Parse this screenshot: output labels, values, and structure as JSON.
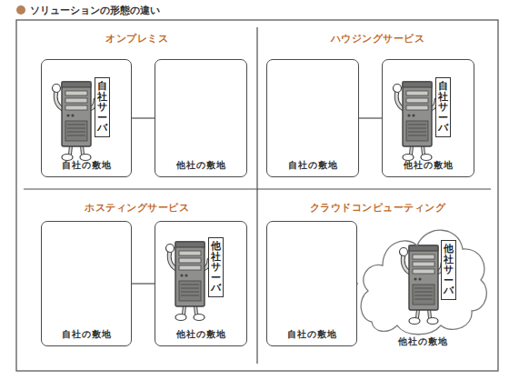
{
  "diagram": {
    "title": "ソリューションの形態の違い",
    "nodes": [
      {
        "text": [
          "オンプレミス"
        ]
      },
      {
        "text": [
          "自社の敷地"
        ],
        "in": 0
      },
      {
        "text": [
          "自社サーバ"
        ],
        "in": 1
      },
      {
        "text": [
          "他社の敷地"
        ],
        "in": 0
      },
      {
        "text": [
          "ハウジングサービス"
        ]
      },
      {
        "text": [
          "自社の敷地"
        ],
        "in": 4
      },
      {
        "text": [
          "他社の敷地"
        ],
        "in": 4
      },
      {
        "text": [
          "自社サーバ"
        ],
        "in": 6
      },
      {
        "text": [
          "ホスティングサービス"
        ]
      },
      {
        "text": [
          "自社の敷地"
        ],
        "in": 8
      },
      {
        "text": [
          "他社の敷地"
        ],
        "in": 8
      },
      {
        "text": [
          "他社サーバ"
        ],
        "in": 10
      },
      {
        "text": [
          "クラウドコンピューティング"
        ]
      },
      {
        "text": [
          "自社の敷地"
        ],
        "in": 12
      },
      {
        "text": [
          "他社の敷地"
        ],
        "in": 12
      },
      {
        "text": [
          "他社サーバ"
        ],
        "in": 14
      }
    ],
    "edges": [
      {
        "from": 1,
        "to": 3,
        "arrow": "none"
      },
      {
        "from": 5,
        "to": 6,
        "arrow": "none"
      },
      {
        "from": 9,
        "to": 10,
        "arrow": "none"
      },
      {
        "from": 13,
        "to": 14,
        "arrow": "none"
      }
    ]
  }
}
